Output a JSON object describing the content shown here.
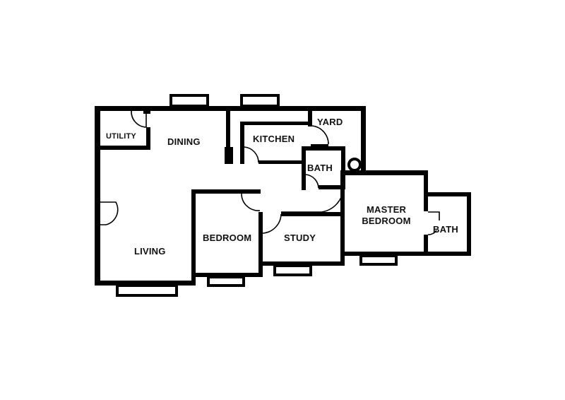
{
  "plan": {
    "rooms": {
      "utility": "UTILITY",
      "dining": "DINING",
      "kitchen": "KITCHEN",
      "yard": "YARD",
      "bath1": "BATH",
      "living": "LIVING",
      "bedroom": "BEDROOM",
      "study": "STUDY",
      "master_line1": "MASTER",
      "master_line2": "BEDROOM",
      "bath2": "BATH"
    }
  }
}
